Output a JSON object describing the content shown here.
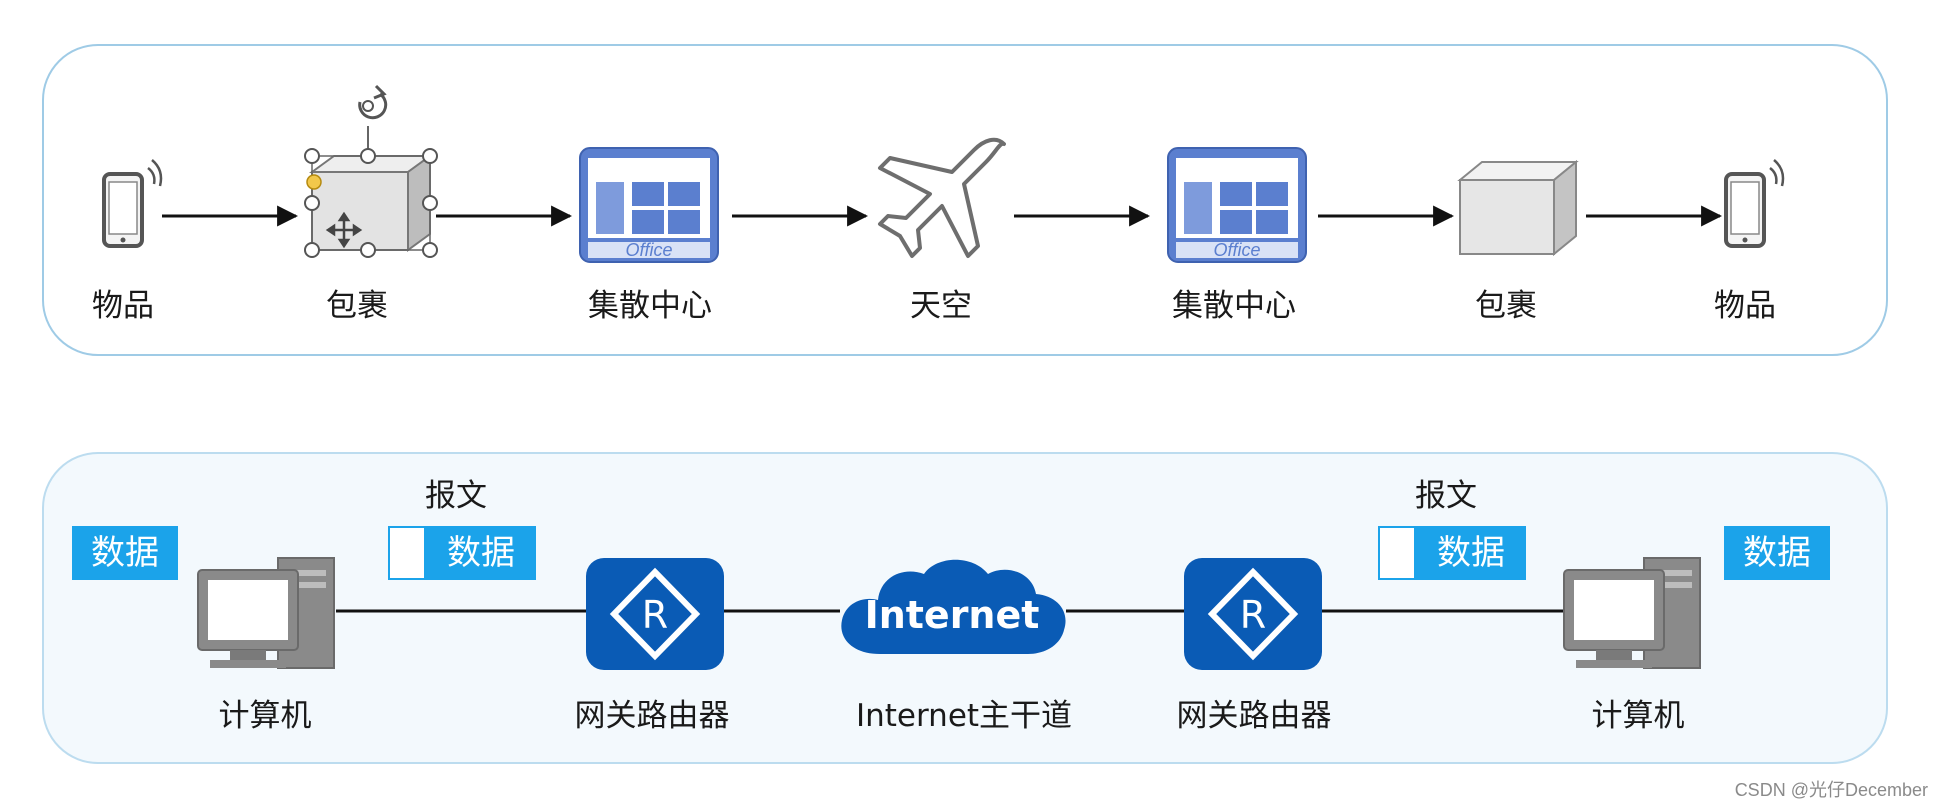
{
  "top_flow": {
    "labels": [
      "物品",
      "包裹",
      "集散中心",
      "天空",
      "集散中心",
      "包裹",
      "物品"
    ],
    "office_caption": "Office"
  },
  "bottom_flow": {
    "labels": [
      "计算机",
      "网关路由器",
      "Internet主干道",
      "网关路由器",
      "计算机"
    ],
    "router_letter": "R",
    "cloud_text": "Internet",
    "data_tag": "数据",
    "packet_label": "报文"
  },
  "colors": {
    "panel_border": "#9fcbe6",
    "tag_blue": "#1ba3ea",
    "router_blue": "#0a5bb5",
    "office_blue": "#5b7fcf"
  },
  "watermark": "CSDN @光仔December"
}
